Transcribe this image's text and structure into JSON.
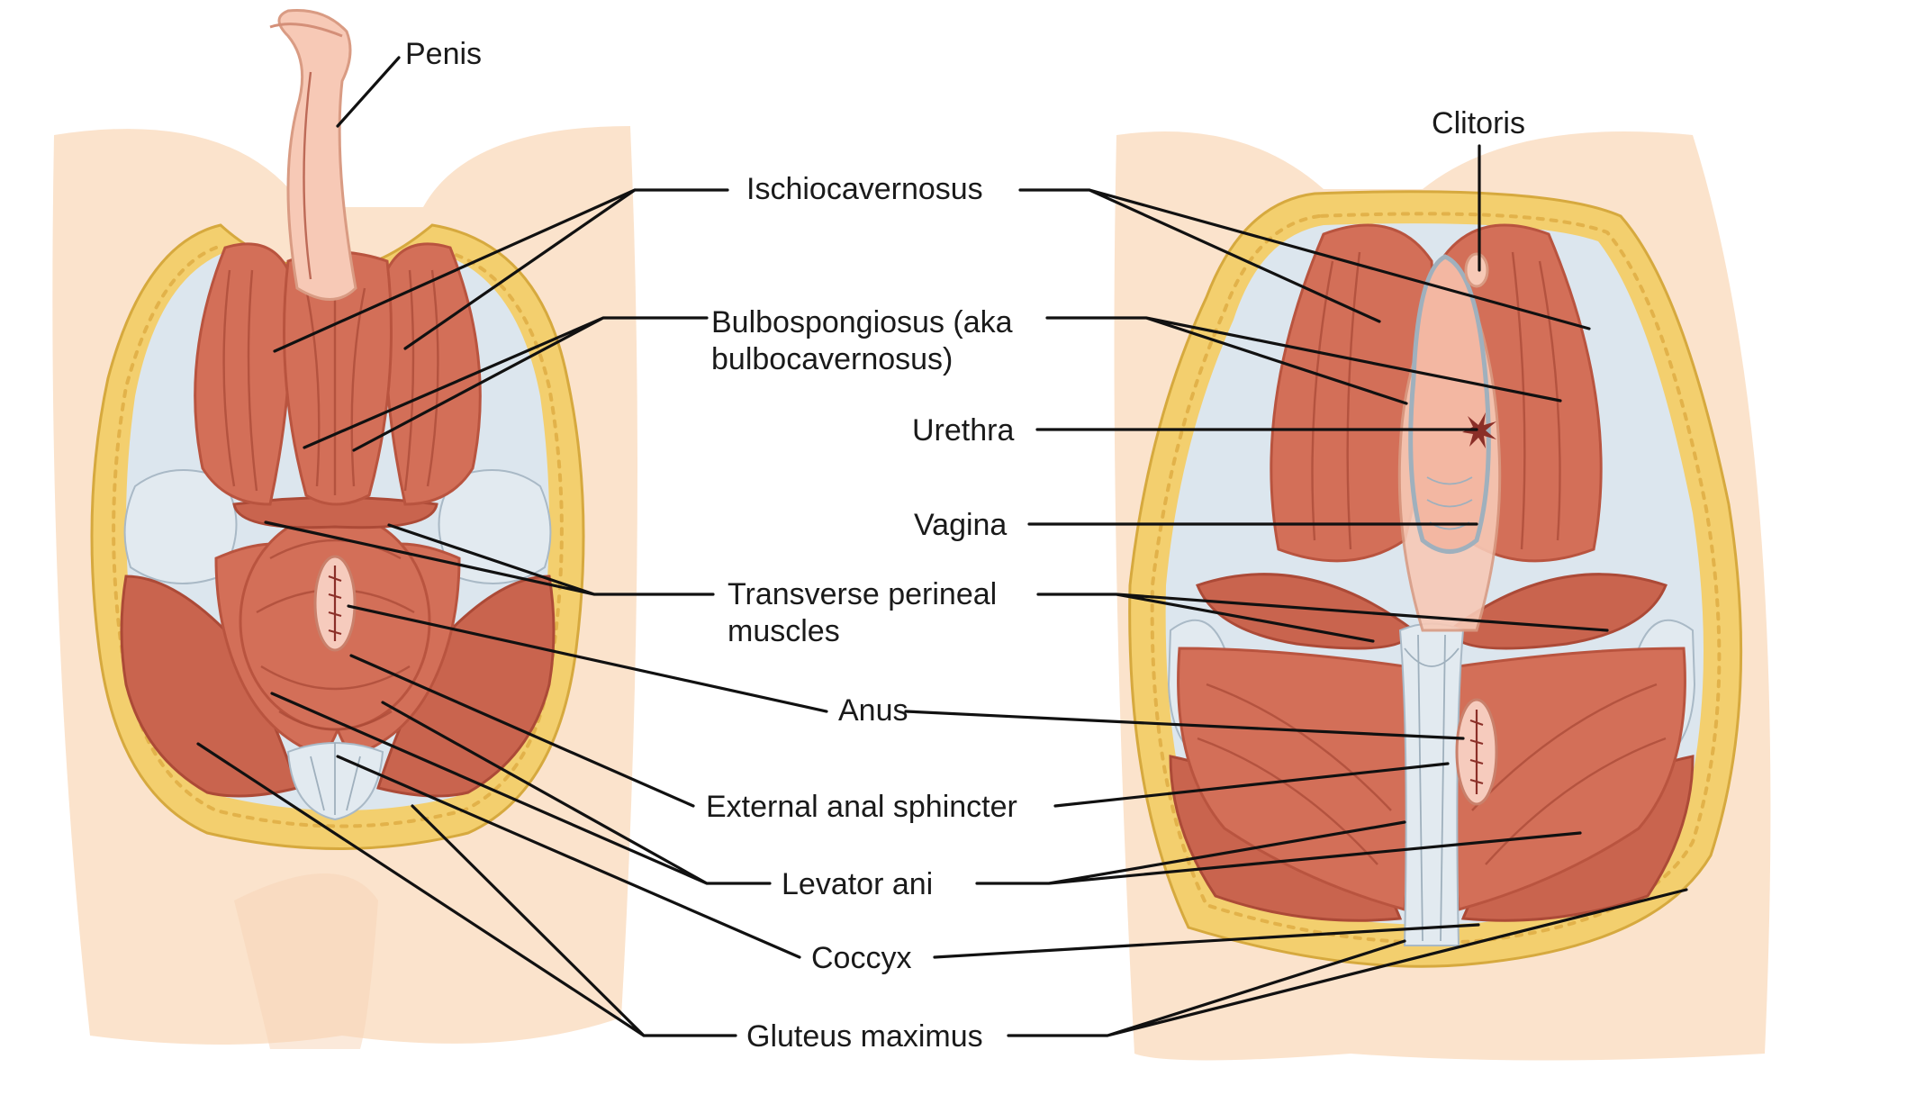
{
  "labels": {
    "penis": "Penis",
    "clitoris": "Clitoris",
    "ischiocavernosus": "Ischiocavernosus",
    "bulbospongiosus_1": "Bulbospongiosus (aka",
    "bulbospongiosus_2": "bulbocavernosus)",
    "urethra": "Urethra",
    "vagina": "Vagina",
    "transverse_perineal_1": "Transverse perineal",
    "transverse_perineal_2": "muscles",
    "anus": "Anus",
    "external_anal_sphincter": "External anal sphincter",
    "levator_ani": "Levator ani",
    "coccyx": "Coccyx",
    "gluteus_maximus": "Gluteus maximus"
  },
  "colors": {
    "skin": "#fbe3cc",
    "fat": "#f3cf6e",
    "muscle": "#d36f58",
    "ligament": "#dce6ee",
    "mucosa": "#f3b7a2",
    "leader_line": "#111111"
  }
}
